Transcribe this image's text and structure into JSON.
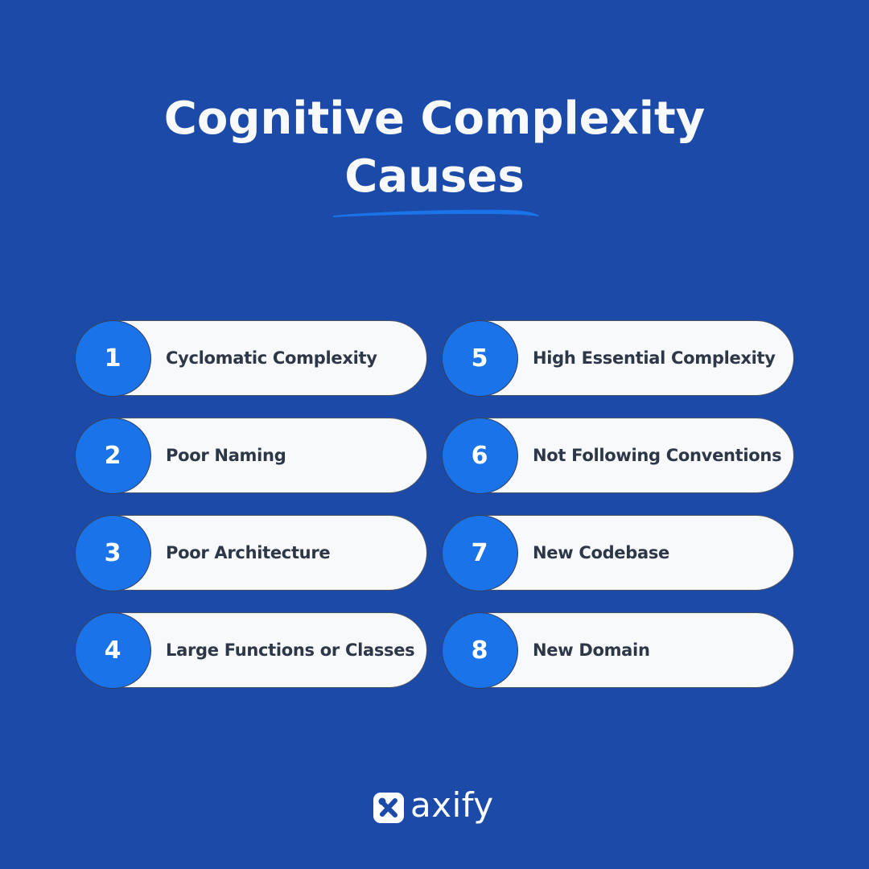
{
  "header": {
    "title_line1": "Cognitive Complexity",
    "title_line2": "Causes"
  },
  "colors": {
    "background": "#1b4aa8",
    "accent": "#1a73e8",
    "pill": "#f8f9fb",
    "text_dark": "#2d3748"
  },
  "items": [
    {
      "number": "1",
      "label": "Cyclomatic Complexity"
    },
    {
      "number": "2",
      "label": "Poor Naming"
    },
    {
      "number": "3",
      "label": "Poor Architecture"
    },
    {
      "number": "4",
      "label": "Large Functions or Classes"
    },
    {
      "number": "5",
      "label": "High Essential Complexity"
    },
    {
      "number": "6",
      "label": "Not Following Conventions"
    },
    {
      "number": "7",
      "label": "New Codebase"
    },
    {
      "number": "8",
      "label": "New Domain"
    }
  ],
  "footer": {
    "logo_icon": "axify-x-icon",
    "brand": "axify"
  }
}
